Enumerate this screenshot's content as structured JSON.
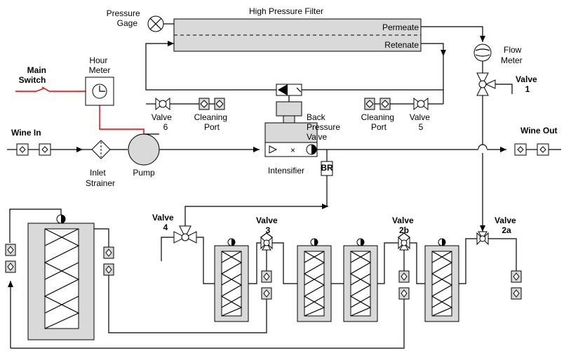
{
  "labels": {
    "pressure_gage": [
      "Pressure",
      "Gage"
    ],
    "high_pressure_filter": "High Pressure Filter",
    "permeate": "Permeate",
    "retenate": "Retenate",
    "flow_meter": [
      "Flow",
      "Meter"
    ],
    "hour_meter": [
      "Hour",
      "Meter"
    ],
    "main_switch": [
      "Main",
      "Switch"
    ],
    "valve_1": [
      "Valve",
      "1"
    ],
    "valve_6": [
      "Valve",
      "6"
    ],
    "cleaning_port_left": [
      "Cleaning",
      "Port"
    ],
    "cleaning_port_right": [
      "Cleaning",
      "Port"
    ],
    "valve_5": [
      "Valve",
      "5"
    ],
    "back_pressure_valve": [
      "Back",
      "Pressure",
      "Valve"
    ],
    "wine_in": "Wine In",
    "wine_out": "Wine Out",
    "inlet_strainer": [
      "Inlet",
      "Strainer"
    ],
    "pump": "Pump",
    "intensifier": "Intensifier",
    "br": "BR",
    "valve_4": [
      "Valve",
      "4"
    ],
    "valve_3": [
      "Valve",
      "3"
    ],
    "valve_2b": [
      "Valve",
      "2b"
    ],
    "valve_2a": [
      "Valve",
      "2a"
    ]
  },
  "colors": {
    "line": "#000000",
    "electrical": "#e00000",
    "component_fill": "#d9d9d9"
  }
}
